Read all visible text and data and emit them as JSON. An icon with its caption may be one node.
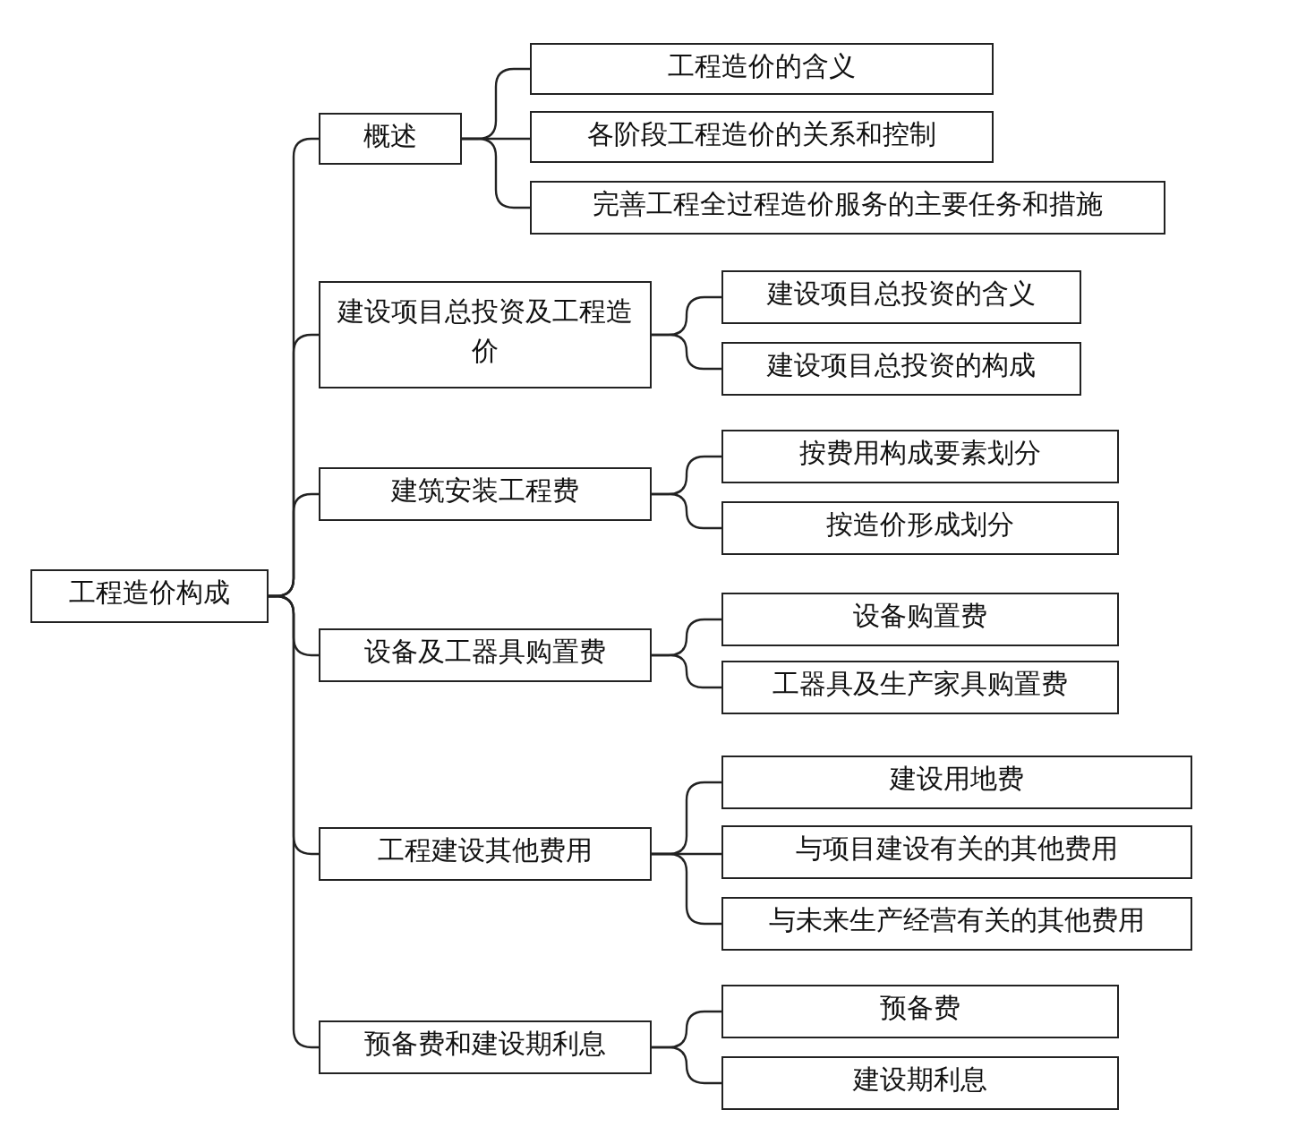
{
  "diagram": {
    "nodes": [
      {
        "text": [
          "工程造价构成"
        ]
      },
      {
        "text": [
          "概述"
        ]
      },
      {
        "text": [
          "工程造价的含义"
        ]
      },
      {
        "text": [
          "各阶段工程造价的关系和控制"
        ]
      },
      {
        "text": [
          "完善工程全过程造价服务的主要任务和措施"
        ]
      },
      {
        "text": [
          "建设项目总投资及工程造价"
        ]
      },
      {
        "text": [
          "建设项目总投资的含义"
        ]
      },
      {
        "text": [
          "建设项目总投资的构成"
        ]
      },
      {
        "text": [
          "建筑安装工程费"
        ]
      },
      {
        "text": [
          "按费用构成要素划分"
        ]
      },
      {
        "text": [
          "按造价形成划分"
        ]
      },
      {
        "text": [
          "设备及工器具购置费"
        ]
      },
      {
        "text": [
          "设备购置费"
        ]
      },
      {
        "text": [
          "工器具及生产家具购置费"
        ]
      },
      {
        "text": [
          "工程建设其他费用"
        ]
      },
      {
        "text": [
          "建设用地费"
        ]
      },
      {
        "text": [
          "与项目建设有关的其他费用"
        ]
      },
      {
        "text": [
          "与未来生产经营有关的其他费用"
        ]
      },
      {
        "text": [
          "预备费和建设期利息"
        ]
      },
      {
        "text": [
          "预备费"
        ]
      },
      {
        "text": [
          "建设期利息"
        ]
      }
    ],
    "edges": [
      {
        "from": 0,
        "to": 1,
        "arrow": "none"
      },
      {
        "from": 0,
        "to": 5,
        "arrow": "none"
      },
      {
        "from": 0,
        "to": 8,
        "arrow": "none"
      },
      {
        "from": 0,
        "to": 11,
        "arrow": "none"
      },
      {
        "from": 0,
        "to": 14,
        "arrow": "none"
      },
      {
        "from": 0,
        "to": 18,
        "arrow": "none"
      },
      {
        "from": 1,
        "to": 2,
        "arrow": "none"
      },
      {
        "from": 1,
        "to": 3,
        "arrow": "none"
      },
      {
        "from": 1,
        "to": 4,
        "arrow": "none"
      },
      {
        "from": 5,
        "to": 6,
        "arrow": "none"
      },
      {
        "from": 5,
        "to": 7,
        "arrow": "none"
      },
      {
        "from": 8,
        "to": 9,
        "arrow": "none"
      },
      {
        "from": 8,
        "to": 10,
        "arrow": "none"
      },
      {
        "from": 11,
        "to": 12,
        "arrow": "none"
      },
      {
        "from": 11,
        "to": 13,
        "arrow": "none"
      },
      {
        "from": 14,
        "to": 15,
        "arrow": "none"
      },
      {
        "from": 14,
        "to": 16,
        "arrow": "none"
      },
      {
        "from": 14,
        "to": 17,
        "arrow": "none"
      },
      {
        "from": 18,
        "to": 19,
        "arrow": "none"
      },
      {
        "from": 18,
        "to": 20,
        "arrow": "none"
      }
    ]
  }
}
